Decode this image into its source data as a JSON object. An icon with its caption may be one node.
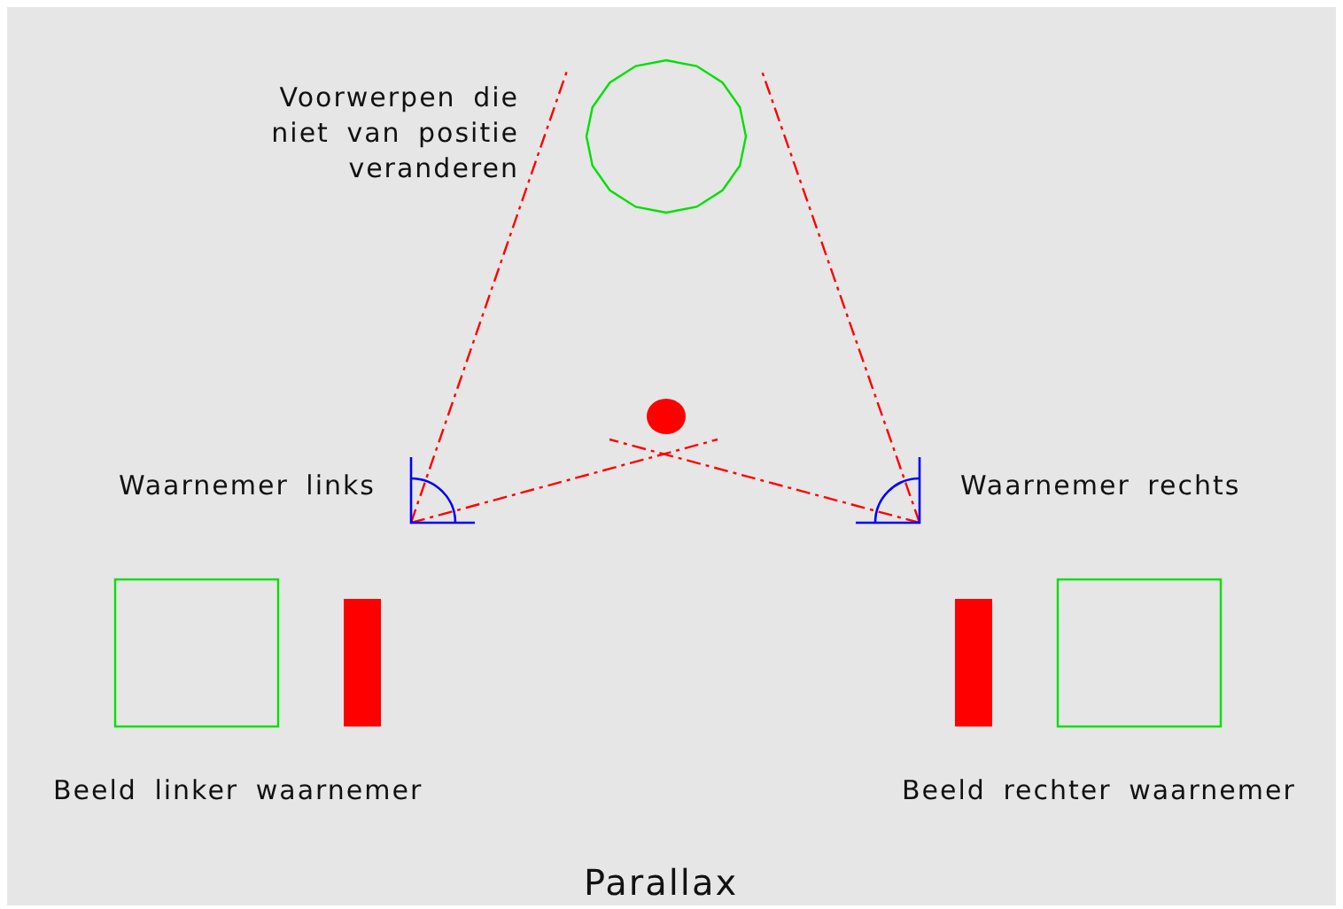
{
  "diagram": {
    "caption": "Parallax",
    "labels": [
      "Voorwerpen die niet van positie veranderen",
      "Waarnemer links",
      "Waarnemer rechts",
      "Beeld linker waarnemer",
      "Beeld rechter waarnemer"
    ]
  }
}
